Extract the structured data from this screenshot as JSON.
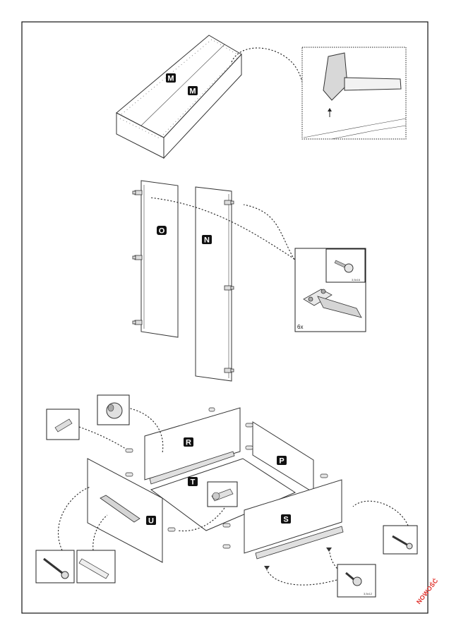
{
  "step1": {
    "labels": [
      "M",
      "M"
    ]
  },
  "step2": {
    "panel_labels": [
      "O",
      "N"
    ],
    "hinge_screw_size": "3,5x16",
    "quantity": "6x"
  },
  "step3": {
    "panel_labels": [
      "R",
      "P",
      "T",
      "U",
      "S"
    ],
    "screw_size": "3,5x12"
  },
  "corner_stamp": "NOWOŚĆ",
  "colors": {
    "stamp": "#e0302a",
    "line": "#222222"
  }
}
